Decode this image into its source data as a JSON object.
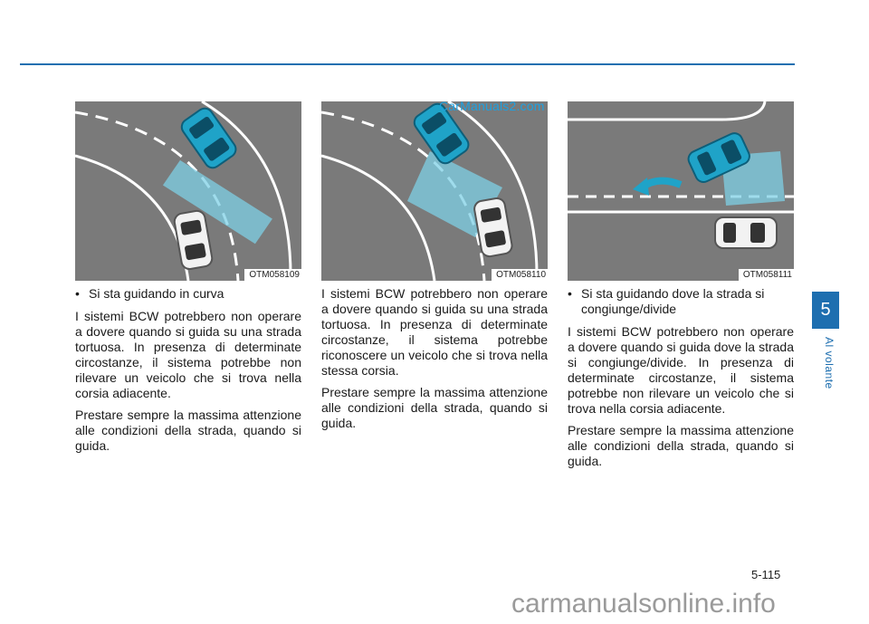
{
  "figures": [
    {
      "code": "OTM058109"
    },
    {
      "code": "OTM058110"
    },
    {
      "code": "OTM058111"
    }
  ],
  "watermark": "CarManuals2.com",
  "columns": [
    {
      "bullet": "Si sta guidando in curva",
      "paragraphs": [
        "I sistemi BCW potrebbero non operare a dovere quando si guida su una strada tortuosa. In presenza di determinate circostanze, il sistema potrebbe non rilevare un veicolo che si trova nella corsia adiacente.",
        "Prestare sempre la massima attenzione alle condizioni della strada, quando si guida."
      ]
    },
    {
      "paragraphs": [
        "I sistemi BCW potrebbero non operare a dovere quando si guida su una strada tortuosa. In presenza di determinate circostanze, il sistema potrebbe riconoscere un veicolo che si trova nella stessa corsia.",
        "Prestare sempre la massima attenzione alle condizioni della strada, quando si guida."
      ]
    },
    {
      "bullet": "Si sta guidando dove la strada si congiunge/divide",
      "paragraphs": [
        "I sistemi BCW potrebbero non operare a dovere quando si guida dove la strada si congiunge/divide. In presenza di determinate circostanze, il sistema potrebbe non rilevare un veicolo che si trova nella corsia adiacente.",
        "Prestare sempre la massima attenzione alle condizioni della strada, quando si guida."
      ]
    }
  ],
  "chapter": {
    "number": "5",
    "label": "Al volante"
  },
  "page_number": "5-115",
  "footer_watermark": "carmanualsonline.info",
  "colors": {
    "accent": "#1e6fb0",
    "road": "#7a7a7a",
    "car_blue": "#1fa3c8",
    "zone": "#7fd0e6"
  }
}
